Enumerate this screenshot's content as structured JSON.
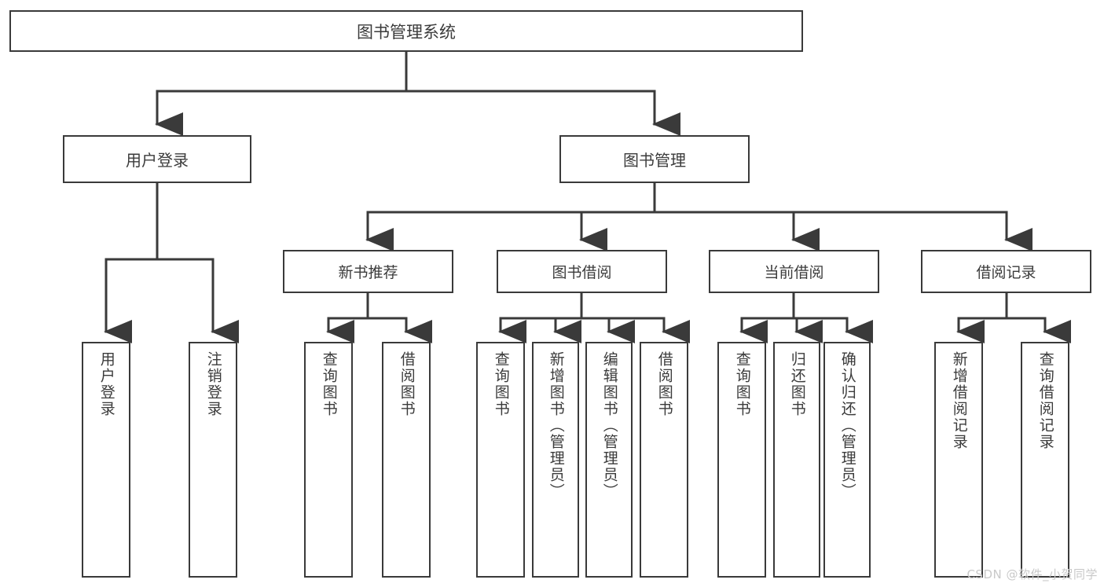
{
  "diagram": {
    "title": "图书管理系统",
    "type": "tree",
    "watermark": "CSDN @软件_小贺同学",
    "colors": {
      "box_border": "#3a3a3a",
      "box_fill": "#ffffff",
      "line": "#3a3a3a",
      "text": "#3b3b3b",
      "watermark": "#c9c9c9",
      "background": "#ffffff"
    },
    "root": {
      "label": "图书管理系统"
    },
    "level1": [
      {
        "label": "用户登录"
      },
      {
        "label": "图书管理"
      }
    ],
    "level2": [
      {
        "label": "新书推荐"
      },
      {
        "label": "图书借阅"
      },
      {
        "label": "当前借阅"
      },
      {
        "label": "借阅记录"
      }
    ],
    "leaves": {
      "user_login": [
        {
          "label": "用户登录"
        },
        {
          "label": "注销登录"
        }
      ],
      "new_book_recommend": [
        {
          "label": "查询图书"
        },
        {
          "label": "借阅图书"
        }
      ],
      "book_borrow": [
        {
          "label": "查询图书"
        },
        {
          "label": "新增图书（管理员）"
        },
        {
          "label": "编辑图书（管理员）"
        },
        {
          "label": "借阅图书"
        }
      ],
      "current_borrow": [
        {
          "label": "查询图书"
        },
        {
          "label": "归还图书"
        },
        {
          "label": "确认归还（管理员）"
        }
      ],
      "borrow_record": [
        {
          "label": "新增借阅记录"
        },
        {
          "label": "查询借阅记录"
        }
      ]
    }
  }
}
